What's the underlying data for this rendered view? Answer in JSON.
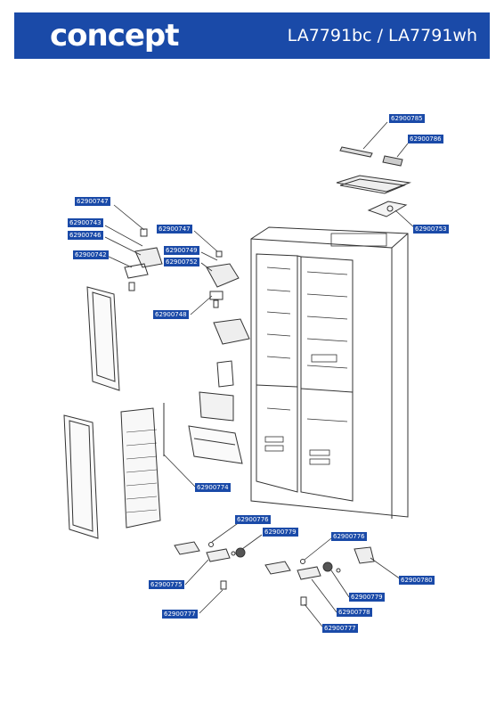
{
  "header": {
    "brand": "concept",
    "model": "LA7791bc / LA7791wh"
  },
  "colors": {
    "accent": "#1a4aa8",
    "line": "#333333"
  },
  "labels": {
    "l0785": "62900785",
    "l0786": "62900786",
    "l0753": "62900753",
    "l0747a": "62900747",
    "l0743": "62900743",
    "l0746": "62900746",
    "l0742": "62900742",
    "l0747b": "62900747",
    "l0749": "62900749",
    "l0752": "62900752",
    "l0748": "62900748",
    "l0774": "62900774",
    "l0776a": "62900776",
    "l0779a": "62900779",
    "l0775": "62900775",
    "l0777a": "62900777",
    "l0776b": "62900776",
    "l0780": "62900780",
    "l0779b": "62900779",
    "l0778": "62900778",
    "l0777b": "62900777"
  }
}
